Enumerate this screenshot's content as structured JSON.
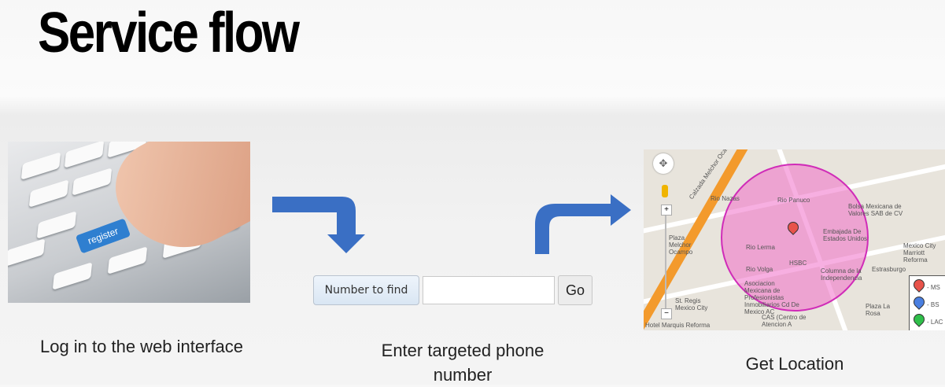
{
  "slide": {
    "title": "Service flow"
  },
  "steps": [
    {
      "caption": "Log in to the web interface",
      "image_text": "register"
    },
    {
      "caption_line1": "Enter targeted phone",
      "caption_line2": "number",
      "form": {
        "button_label": "Number to find",
        "input_value": "",
        "go_label": "Go"
      }
    },
    {
      "caption": "Get Location",
      "map": {
        "labels": [
          "Rio Nazas",
          "Rio Panuco",
          "Rio Lerma",
          "Rio Volga",
          "HSBC",
          "Columna de la Independencia",
          "Embajada De Estados Unidos",
          "Bolsa Mexicana de Valores SAB de CV",
          "Mexico City Marriott Reforma",
          "Asociacion Mexicana de Profesionistas Inmobiliarios Cd De Mexico AC",
          "Plaza La Rosa",
          "St. Regis Mexico City",
          "Hotel Marquis Reforma",
          "CAS (Centro de Atencion A",
          "Estrasburgo",
          "Calzada Melchor Ocampo",
          "Plaza Melchor Ocampo"
        ],
        "legend": [
          "- MS",
          "- BS",
          "- LAC"
        ],
        "legend_colors": [
          "#e8534a",
          "#4a7fe0",
          "#2fbf4a"
        ],
        "circle_color": "#f06ec8"
      }
    }
  ],
  "colors": {
    "arrow": "#3a6fc4"
  }
}
